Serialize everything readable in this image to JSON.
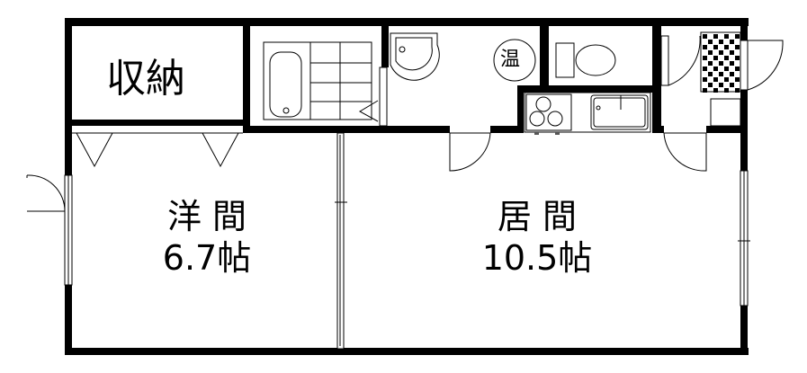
{
  "floorplan": {
    "storage_label": "収納",
    "western_room": {
      "name": "洋 間",
      "size": "6.7帖"
    },
    "living_room": {
      "name": "居 間",
      "size": "10.5帖"
    },
    "water_heater_label": "温"
  },
  "colors": {
    "wall": "#000000",
    "floor": "#ffffff"
  }
}
